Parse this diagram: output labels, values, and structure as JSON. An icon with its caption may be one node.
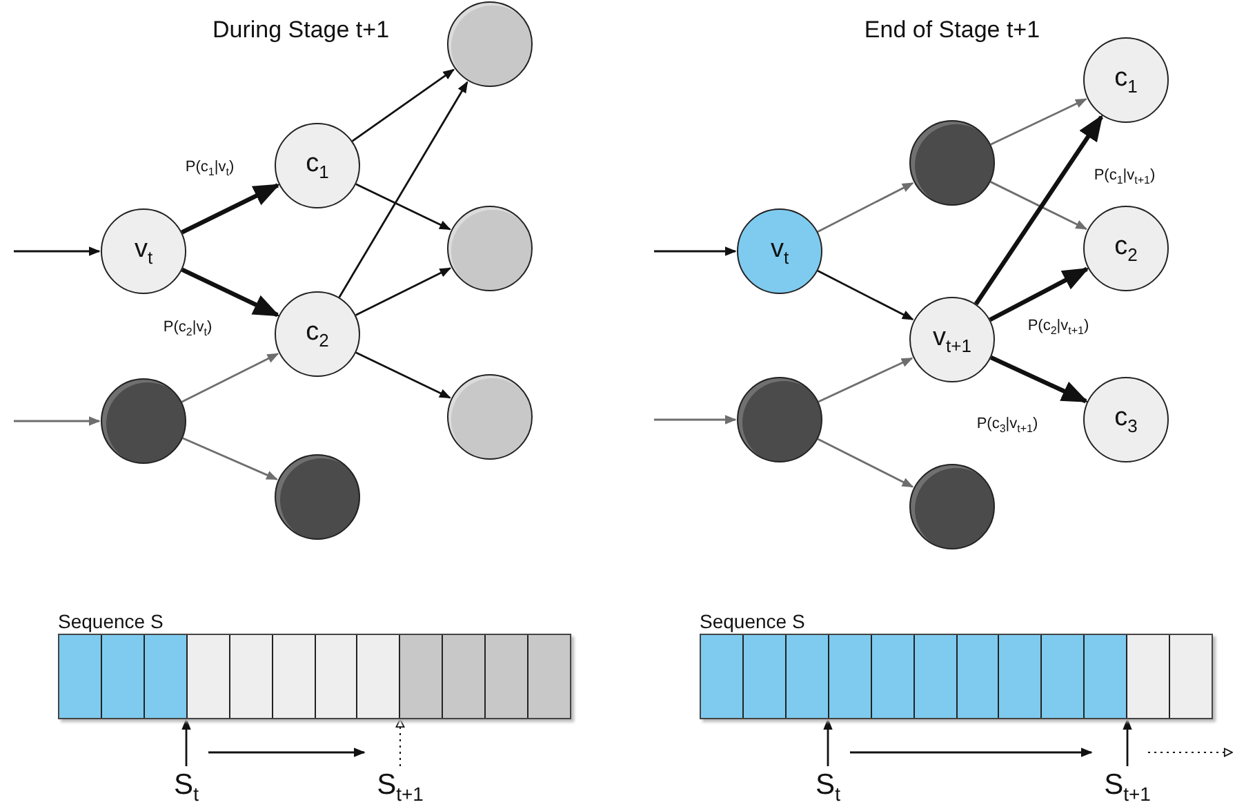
{
  "diagram": {
    "nodes": [
      {
        "text": [
          "v$_{t}$"
        ]
      },
      {
        "text": [
          "c$_{1}$"
        ]
      },
      {
        "text": [
          "c$_{2}$"
        ]
      },
      {
        "text": [],
        "shape": "circle"
      },
      {
        "text": [],
        "shape": "circle"
      },
      {
        "text": [],
        "shape": "circle"
      },
      {
        "text": [],
        "shape": "circle"
      },
      {
        "text": [],
        "shape": "circle"
      },
      {
        "text": [
          "v$_{t}$"
        ]
      },
      {
        "text": [],
        "shape": "circle"
      },
      {
        "text": [
          "v$_{t+1}$"
        ]
      },
      {
        "text": [
          "c$_{1}$"
        ]
      },
      {
        "text": [
          "c$_{2}$"
        ]
      },
      {
        "text": [
          "c$_{3}$"
        ]
      },
      {
        "text": [],
        "shape": "circle"
      },
      {
        "text": [],
        "shape": "circle"
      },
      {
        "text": [
          "Sequence S"
        ]
      },
      {
        "text": [
          "S$_{t}$"
        ]
      },
      {
        "text": [
          "S$_{t+1}$"
        ]
      },
      {
        "text": [
          "Sequence S"
        ]
      },
      {
        "text": [
          "S$_{t}$"
        ]
      },
      {
        "text": [
          "S$_{t+1}$"
        ]
      }
    ],
    "edges": [
      {
        "from": null,
        "to": 0,
        "arrow": "to"
      },
      {
        "from": null,
        "to": 6,
        "arrow": "to",
        "color": "#6e6e6e"
      },
      {
        "from": 0,
        "to": 1,
        "arrow": "to",
        "style": "thick",
        "label": "P(c$_{1}$|v$_{t}$)"
      },
      {
        "from": 0,
        "to": 2,
        "arrow": "to",
        "style": "thick",
        "label": "P(c$_{2}$|v$_{t}$)"
      },
      {
        "from": 1,
        "to": 3,
        "arrow": "to"
      },
      {
        "from": 1,
        "to": 4,
        "arrow": "to"
      },
      {
        "from": 2,
        "to": 3,
        "arrow": "to"
      },
      {
        "from": 2,
        "to": 4,
        "arrow": "to"
      },
      {
        "from": 2,
        "to": 5,
        "arrow": "to"
      },
      {
        "from": 6,
        "to": 2,
        "arrow": "to",
        "color": "#6e6e6e"
      },
      {
        "from": 6,
        "to": 7,
        "arrow": "to",
        "color": "#6e6e6e"
      },
      {
        "from": null,
        "to": 8,
        "arrow": "to"
      },
      {
        "from": null,
        "to": 14,
        "arrow": "to",
        "color": "#6e6e6e"
      },
      {
        "from": 8,
        "to": 9,
        "arrow": "to",
        "color": "#6e6e6e"
      },
      {
        "from": 8,
        "to": 10,
        "arrow": "to"
      },
      {
        "from": 9,
        "to": 11,
        "arrow": "to",
        "color": "#6e6e6e"
      },
      {
        "from": 9,
        "to": 12,
        "arrow": "to",
        "color": "#6e6e6e"
      },
      {
        "from": 10,
        "to": 11,
        "arrow": "to",
        "style": "thick",
        "label": "P(c$_{1}$|v$_{t+1}$)"
      },
      {
        "from": 10,
        "to": 12,
        "arrow": "to",
        "style": "thick",
        "label": "P(c$_{2}$|v$_{t+1}$)"
      },
      {
        "from": 10,
        "to": 13,
        "arrow": "to",
        "style": "thick",
        "label": "P(c$_{3}$|v$_{t+1}$)"
      },
      {
        "from": 14,
        "to": 10,
        "arrow": "to",
        "color": "#6e6e6e"
      },
      {
        "from": 14,
        "to": 15,
        "arrow": "to",
        "color": "#6e6e6e"
      },
      {
        "from": 17,
        "to": 16,
        "arrow": "to"
      },
      {
        "from": 18,
        "to": 16,
        "arrow": "to",
        "style": "dashed"
      },
      {
        "from": 20,
        "to": 19,
        "arrow": "to"
      },
      {
        "from": 21,
        "to": 19,
        "arrow": "to"
      },
      {
        "from": 17,
        "to": 18,
        "arrow": "to"
      },
      {
        "from": 20,
        "to": 21,
        "arrow": "to"
      },
      {
        "from": 21,
        "to": null,
        "arrow": "to",
        "style": "dashed"
      }
    ],
    "labels": [
      "During Stage t+1",
      "End of Stage t+1"
    ]
  }
}
